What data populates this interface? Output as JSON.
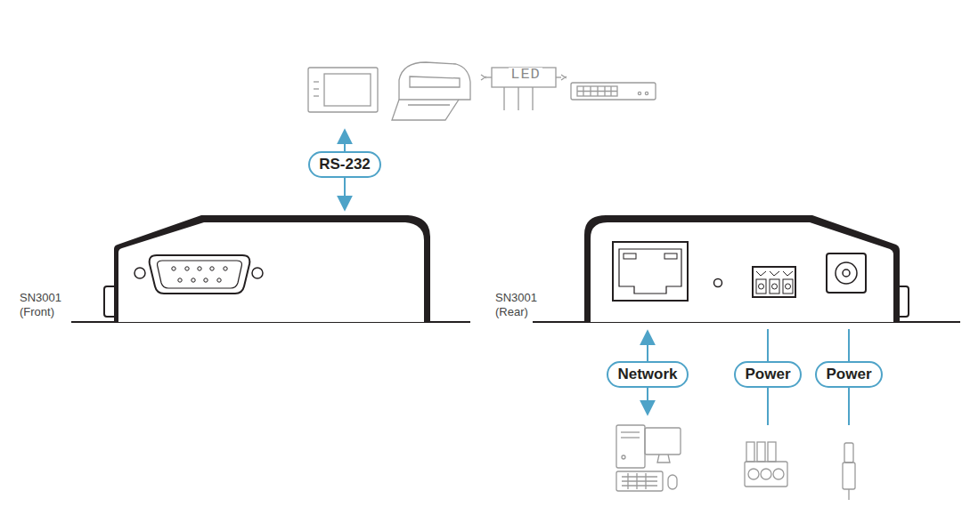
{
  "diagram": {
    "nodes": [
      {
        "text": [
          "RS-232"
        ]
      },
      {
        "text": [
          "Network"
        ]
      },
      {
        "text": [
          "Power"
        ]
      },
      {
        "text": [
          "Power"
        ]
      }
    ],
    "labels": [
      "LED",
      "SN3001 (Front)",
      "SN3001 (Rear)"
    ]
  }
}
